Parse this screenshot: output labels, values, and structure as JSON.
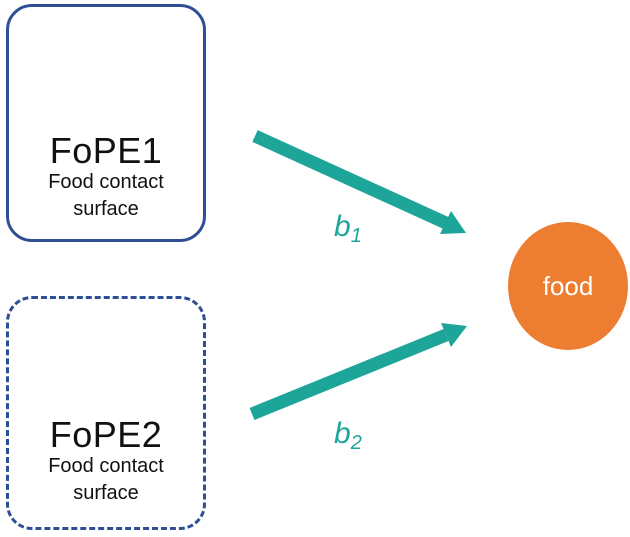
{
  "nodes": {
    "fope1": {
      "title": "FoPE1",
      "subtitle_line1": "Food contact",
      "subtitle_line2": "surface"
    },
    "fope2": {
      "title": "FoPE2",
      "subtitle_line1": "Food contact",
      "subtitle_line2": "surface"
    },
    "food": {
      "label": "food"
    }
  },
  "edges": {
    "b1": {
      "symbol": "b",
      "subscript": "1"
    },
    "b2": {
      "symbol": "b",
      "subscript": "2"
    }
  },
  "colors": {
    "box_border": "#2f4f94",
    "arrow": "#1ea59a",
    "food_fill": "#ed7d31"
  }
}
